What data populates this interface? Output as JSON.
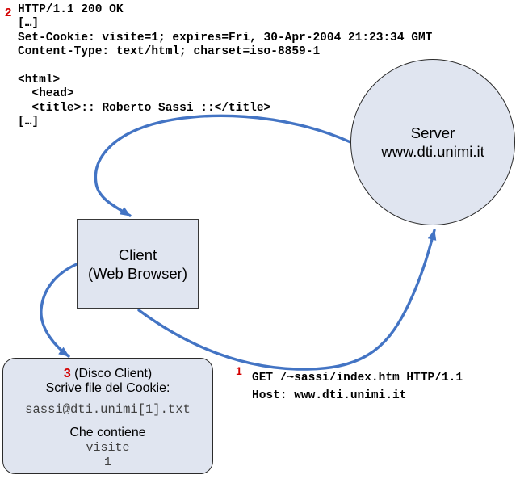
{
  "steps": {
    "request_label": "1",
    "response_label": "2",
    "disk_label": "3"
  },
  "response": {
    "lines": [
      "HTTP/1.1 200 OK",
      "[…]",
      "Set-Cookie: visite=1; expires=Fri, 30-Apr-2004 21:23:34 GMT",
      "Content-Type: text/html; charset=iso-8859-1",
      "",
      "<html>",
      "  <head>",
      "  <title>:: Roberto Sassi ::</title>",
      "[…]"
    ]
  },
  "request": {
    "lines": [
      "GET /~sassi/index.htm HTTP/1.1",
      "Host: www.dti.unimi.it"
    ]
  },
  "server": {
    "name": "Server",
    "host": "www.dti.unimi.it"
  },
  "client": {
    "name": "Client",
    "detail": "(Web Browser)"
  },
  "disk": {
    "title": "(Disco Client)",
    "subtitle": "Scrive file del Cookie:",
    "filename": "sassi@dti.unimi[1].txt",
    "contains_label": "Che contiene",
    "cookie_name": "visite",
    "cookie_value": "1"
  },
  "colors": {
    "arrow_blue": "#4374c4",
    "node_fill": "#e0e5f0",
    "step_red": "#d40000"
  }
}
